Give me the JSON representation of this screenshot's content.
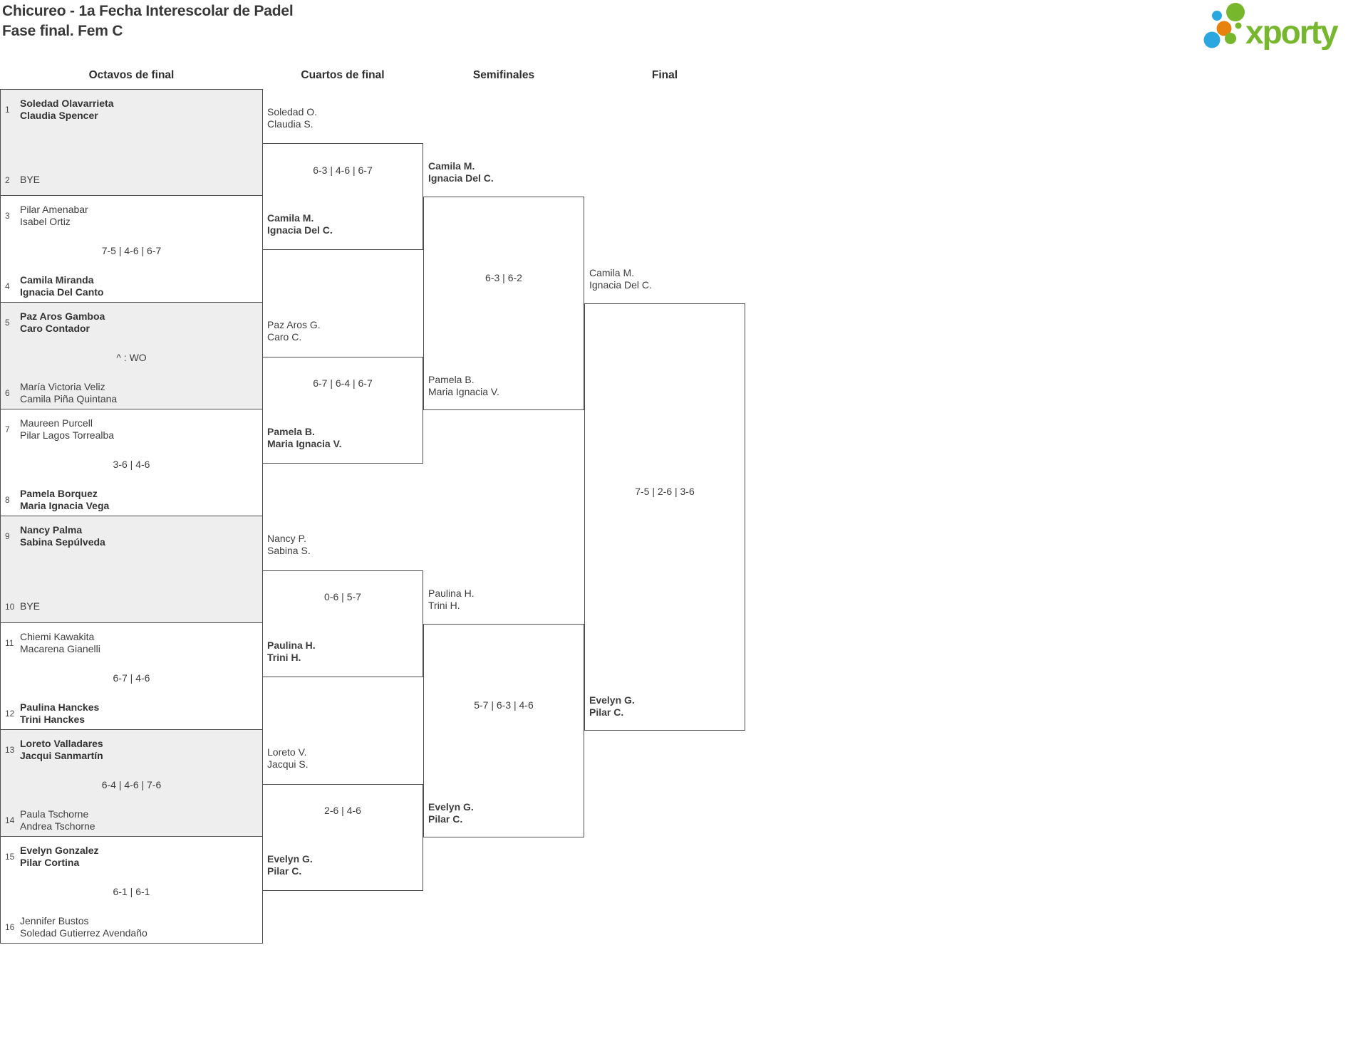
{
  "title": {
    "line1": "Chicureo - 1a Fecha Interescolar de Padel",
    "line2": "Fase final. Fem C"
  },
  "headers": [
    "Octavos de final",
    "Cuartos de final",
    "Semifinales",
    "Final"
  ],
  "logo": {
    "brand": "xporty",
    "colors": {
      "green": "#76b72e",
      "blue": "#2aa7df",
      "orange": "#e8820e"
    }
  },
  "octavos": [
    {
      "seed1": "1",
      "t1": [
        "Soledad Olavarrieta",
        "Claudia Spencer"
      ],
      "t1win": true,
      "seed2": "2",
      "t2": [
        "BYE"
      ],
      "score": ""
    },
    {
      "seed1": "3",
      "t1": [
        "Pilar Amenabar",
        "Isabel Ortiz"
      ],
      "seed2": "4",
      "t2": [
        "Camila Miranda",
        "Ignacia Del Canto"
      ],
      "t2win": true,
      "score": "7-5 | 4-6 | 6-7"
    },
    {
      "seed1": "5",
      "t1": [
        "Paz Aros Gamboa",
        "Caro Contador"
      ],
      "t1win": true,
      "seed2": "6",
      "t2": [
        "María Victoria Veliz",
        "Camila Piña Quintana"
      ],
      "score": "^ : WO"
    },
    {
      "seed1": "7",
      "t1": [
        "Maureen Purcell",
        "Pilar Lagos Torrealba"
      ],
      "seed2": "8",
      "t2": [
        "Pamela Borquez",
        "Maria Ignacia Vega"
      ],
      "t2win": true,
      "score": "3-6 | 4-6"
    },
    {
      "seed1": "9",
      "t1": [
        "Nancy Palma",
        "Sabina Sepúlveda"
      ],
      "t1win": true,
      "seed2": "10",
      "t2": [
        "BYE"
      ],
      "score": ""
    },
    {
      "seed1": "11",
      "t1": [
        "Chiemi Kawakita",
        "Macarena Gianelli"
      ],
      "seed2": "12",
      "t2": [
        "Paulina Hanckes",
        "Trini Hanckes"
      ],
      "t2win": true,
      "score": "6-7 | 4-6"
    },
    {
      "seed1": "13",
      "t1": [
        "Loreto Valladares",
        "Jacqui Sanmartín"
      ],
      "t1win": true,
      "seed2": "14",
      "t2": [
        "Paula Tschorne",
        "Andrea Tschorne"
      ],
      "score": "6-4 | 4-6 | 7-6"
    },
    {
      "seed1": "15",
      "t1": [
        "Evelyn Gonzalez",
        "Pilar Cortina"
      ],
      "t1win": true,
      "seed2": "16",
      "t2": [
        "Jennifer Bustos",
        "Soledad Gutierrez Avendaño"
      ],
      "score": "6-1 | 6-1"
    }
  ],
  "cuartos": [
    {
      "t1": [
        "Soledad O.",
        "Claudia S."
      ],
      "t2": [
        "Camila M.",
        "Ignacia Del C."
      ],
      "t2win": true,
      "score": "6-3 | 4-6 | 6-7"
    },
    {
      "t1": [
        "Paz Aros G.",
        "Caro C."
      ],
      "t2": [
        "Pamela B.",
        "Maria Ignacia V."
      ],
      "t2win": true,
      "score": "6-7 | 6-4 | 6-7"
    },
    {
      "t1": [
        "Nancy P.",
        "Sabina S."
      ],
      "t2": [
        "Paulina H.",
        "Trini H."
      ],
      "t2win": true,
      "score": "0-6 | 5-7"
    },
    {
      "t1": [
        "Loreto V.",
        "Jacqui S."
      ],
      "t2": [
        "Evelyn G.",
        "Pilar C."
      ],
      "t2win": true,
      "score": "2-6 | 4-6"
    }
  ],
  "semifinales": [
    {
      "t1": [
        "Camila M.",
        "Ignacia Del C."
      ],
      "t1win": true,
      "t2": [
        "Pamela B.",
        "Maria Ignacia V."
      ],
      "score": "6-3 | 6-2"
    },
    {
      "t1": [
        "Paulina H.",
        "Trini H."
      ],
      "t2": [
        "Evelyn G.",
        "Pilar C."
      ],
      "t2win": true,
      "score": "5-7 | 6-3 | 4-6"
    }
  ],
  "final": [
    {
      "t1": [
        "Camila M.",
        "Ignacia Del C."
      ],
      "t2": [
        "Evelyn G.",
        "Pilar C."
      ],
      "t2win": true,
      "score": "7-5 | 2-6 | 3-6"
    }
  ]
}
